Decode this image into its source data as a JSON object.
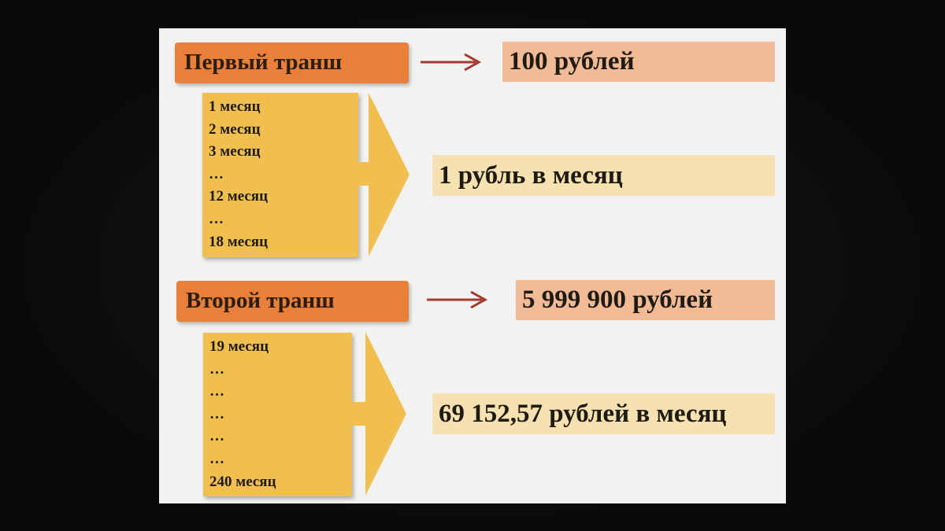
{
  "tranche1": {
    "label": "Первый транш",
    "amount": "100 рублей",
    "months": [
      "1 месяц",
      "2 месяц",
      "3 месяц",
      "…",
      "12 месяц",
      "…",
      "18 месяц"
    ],
    "payment": "1 рубль в месяц"
  },
  "tranche2": {
    "label": "Второй транш",
    "amount": "5 999 900 рублей",
    "months": [
      "19 месяц",
      "…",
      "…",
      "…",
      "…",
      "…",
      "240 месяц"
    ],
    "payment": "69 152,57 рублей в месяц"
  },
  "colors": {
    "tranche_box": "#e8803a",
    "amount_box": "#f2bb96",
    "payment_box": "#f5e2b0",
    "months_box": "#f0bf4f",
    "red_arrow": "#a33a2e"
  }
}
